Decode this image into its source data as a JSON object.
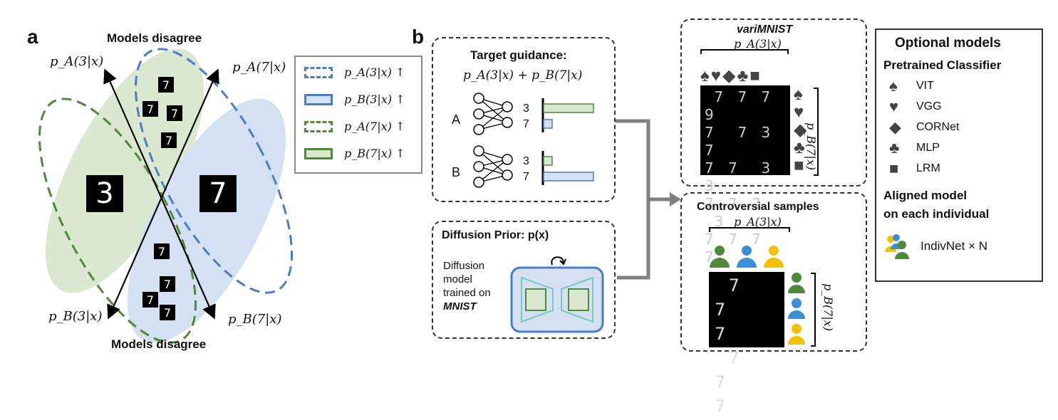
{
  "panel_a": {
    "label": "a",
    "top_caption": "Models disagree",
    "bottom_caption": "Models disagree",
    "axis_pa3": "p_A(3|x)",
    "axis_pa7": "p_A(7|x)",
    "axis_pb3": "p_B(3|x)",
    "axis_pb7": "p_B(7|x)",
    "left_digit": "3",
    "right_digit": "7",
    "small_digit_glyph": "7",
    "legend": [
      {
        "text": "p_A(3|x) ↑",
        "style": "dashed",
        "color": "#4a7cc7",
        "fill": "#ffffff"
      },
      {
        "text": "p_B(3|x) ↑",
        "style": "solid",
        "color": "#4a7cc7",
        "fill": "#d4e1f2"
      },
      {
        "text": "p_A(7|x) ↑",
        "style": "dashed",
        "color": "#4e8a3a",
        "fill": "#ffffff"
      },
      {
        "text": "p_B(7|x) ↑",
        "style": "solid",
        "color": "#4e8a3a",
        "fill": "#d9e8cf"
      }
    ]
  },
  "panel_b": {
    "label": "b",
    "target_title": "Target guidance:",
    "target_formula": "p_A(3|x) + p_B(7|x)",
    "net_a_label": "A",
    "net_b_label": "B",
    "bar_a_3_label": "3",
    "bar_a_7_label": "7",
    "bar_b_3_label": "3",
    "bar_b_7_label": "7",
    "diffusion_title": "Diffusion Prior: p(x)",
    "diffusion_desc_lines": [
      "Diffusion",
      "model",
      "trained on"
    ],
    "diffusion_dataset": "MNIST",
    "varimnist_title": "variMNIST",
    "varimnist_top_label": "p_A(3|x)",
    "varimnist_side_label": "p_B(7|x)",
    "controversial_title": "Controversial samples",
    "controversial_top_label": "p_A(3|x)",
    "controversial_side_label": "p_B(7|x)"
  },
  "optional_models": {
    "title": "Optional models",
    "subtitle": "Pretrained Classifier",
    "classifiers": [
      {
        "icon": "spade-icon",
        "glyph": "♠",
        "name": "VIT"
      },
      {
        "icon": "heart-icon",
        "glyph": "♥",
        "name": "VGG"
      },
      {
        "icon": "diamond-icon",
        "glyph": "◆",
        "name": "CORNet"
      },
      {
        "icon": "club-icon",
        "glyph": "♣",
        "name": "MLP"
      },
      {
        "icon": "square-icon",
        "glyph": "■",
        "name": "LRM"
      }
    ],
    "aligned_title_1": "Aligned model",
    "aligned_title_2": "on each individual",
    "indivnet": "IndivNet × N"
  },
  "colors": {
    "blue": "#4a7cc7",
    "green": "#4e8a3a",
    "blue_fill": "#d4e1f2",
    "green_fill": "#d9e8cf",
    "person_green": "#4e8a3a",
    "person_blue": "#3b8fd6",
    "person_yellow": "#f2c200"
  }
}
